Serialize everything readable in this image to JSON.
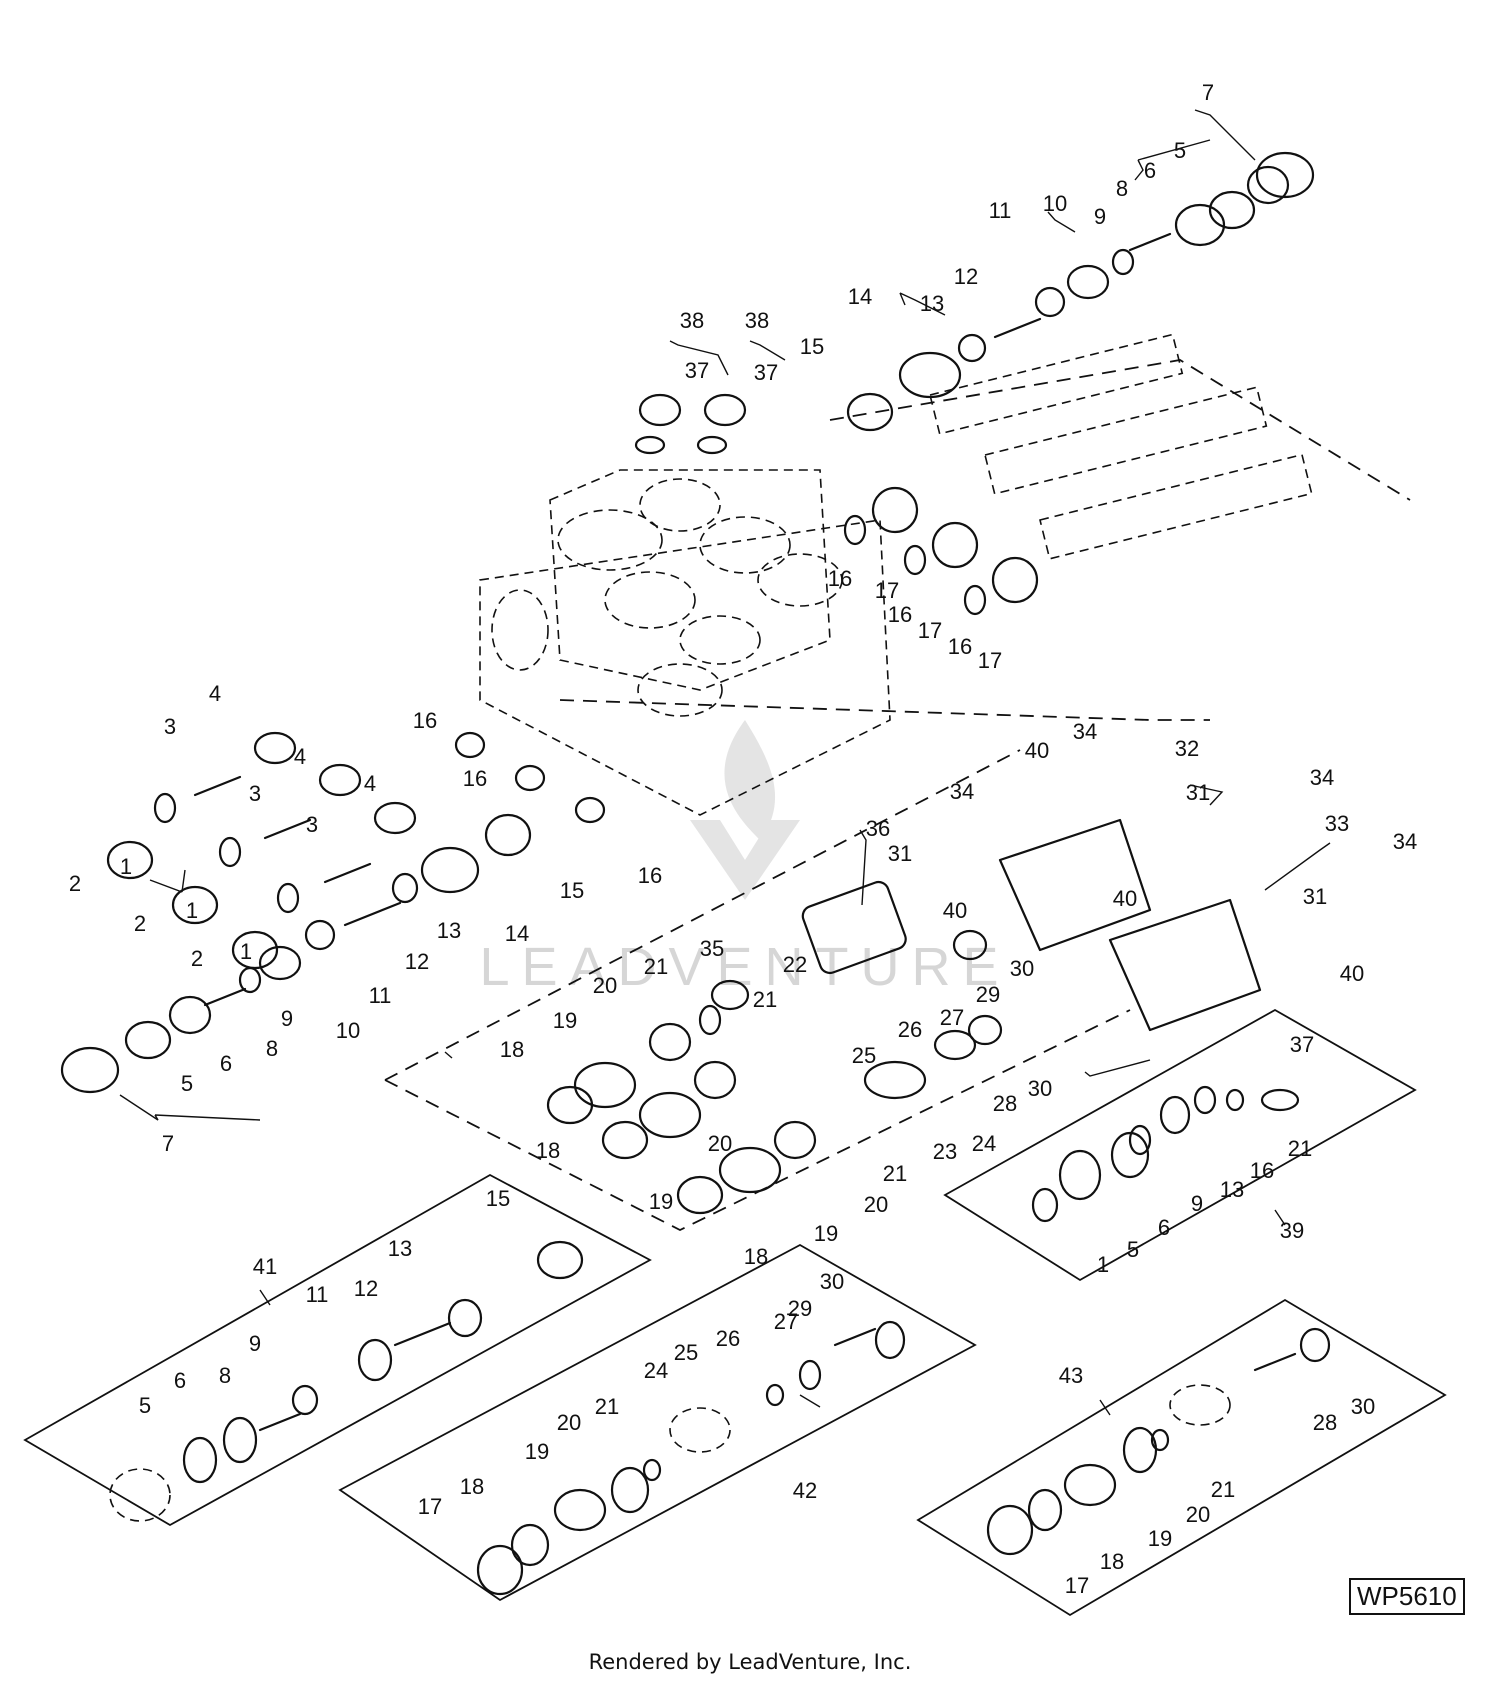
{
  "diagram": {
    "code": "WP5610",
    "credit": "Rendered by LeadVenture, Inc.",
    "watermark": "LEADVENTURE"
  },
  "callouts": [
    {
      "label": "7"
    },
    {
      "label": "6"
    },
    {
      "label": "5"
    },
    {
      "label": "8"
    },
    {
      "label": "10"
    },
    {
      "label": "9"
    },
    {
      "label": "11"
    },
    {
      "label": "12"
    },
    {
      "label": "14"
    },
    {
      "label": "13"
    },
    {
      "label": "15"
    },
    {
      "label": "38"
    },
    {
      "label": "37"
    },
    {
      "label": "38"
    },
    {
      "label": "37"
    },
    {
      "label": "16"
    },
    {
      "label": "17"
    },
    {
      "label": "16"
    },
    {
      "label": "17"
    },
    {
      "label": "16"
    },
    {
      "label": "17"
    },
    {
      "label": "4"
    },
    {
      "label": "3"
    },
    {
      "label": "4"
    },
    {
      "label": "3"
    },
    {
      "label": "4"
    },
    {
      "label": "3"
    },
    {
      "label": "16"
    },
    {
      "label": "16"
    },
    {
      "label": "16"
    },
    {
      "label": "15"
    },
    {
      "label": "14"
    },
    {
      "label": "13"
    },
    {
      "label": "12"
    },
    {
      "label": "11"
    },
    {
      "label": "10"
    },
    {
      "label": "9"
    },
    {
      "label": "8"
    },
    {
      "label": "6"
    },
    {
      "label": "5"
    },
    {
      "label": "7"
    },
    {
      "label": "2"
    },
    {
      "label": "1"
    },
    {
      "label": "2"
    },
    {
      "label": "1"
    },
    {
      "label": "2"
    },
    {
      "label": "1"
    },
    {
      "label": "34"
    },
    {
      "label": "40"
    },
    {
      "label": "32"
    },
    {
      "label": "34"
    },
    {
      "label": "31"
    },
    {
      "label": "34"
    },
    {
      "label": "33"
    },
    {
      "label": "34"
    },
    {
      "label": "31"
    },
    {
      "label": "40"
    },
    {
      "label": "40"
    },
    {
      "label": "36"
    },
    {
      "label": "31"
    },
    {
      "label": "40"
    },
    {
      "label": "30"
    },
    {
      "label": "29"
    },
    {
      "label": "27"
    },
    {
      "label": "26"
    },
    {
      "label": "25"
    },
    {
      "label": "22"
    },
    {
      "label": "35"
    },
    {
      "label": "21"
    },
    {
      "label": "20"
    },
    {
      "label": "19"
    },
    {
      "label": "18"
    },
    {
      "label": "21"
    },
    {
      "label": "28"
    },
    {
      "label": "30"
    },
    {
      "label": "24"
    },
    {
      "label": "23"
    },
    {
      "label": "20"
    },
    {
      "label": "18"
    },
    {
      "label": "19"
    },
    {
      "label": "21"
    },
    {
      "label": "20"
    },
    {
      "label": "19"
    },
    {
      "label": "18"
    },
    {
      "label": "37"
    },
    {
      "label": "21"
    },
    {
      "label": "16"
    },
    {
      "label": "13"
    },
    {
      "label": "9"
    },
    {
      "label": "6"
    },
    {
      "label": "5"
    },
    {
      "label": "1"
    },
    {
      "label": "39"
    },
    {
      "label": "41"
    },
    {
      "label": "15"
    },
    {
      "label": "13"
    },
    {
      "label": "12"
    },
    {
      "label": "11"
    },
    {
      "label": "9"
    },
    {
      "label": "8"
    },
    {
      "label": "6"
    },
    {
      "label": "5"
    },
    {
      "label": "42"
    },
    {
      "label": "30"
    },
    {
      "label": "29"
    },
    {
      "label": "27"
    },
    {
      "label": "26"
    },
    {
      "label": "25"
    },
    {
      "label": "24"
    },
    {
      "label": "21"
    },
    {
      "label": "20"
    },
    {
      "label": "19"
    },
    {
      "label": "18"
    },
    {
      "label": "17"
    },
    {
      "label": "43"
    },
    {
      "label": "30"
    },
    {
      "label": "28"
    },
    {
      "label": "21"
    },
    {
      "label": "20"
    },
    {
      "label": "19"
    },
    {
      "label": "18"
    },
    {
      "label": "17"
    }
  ]
}
